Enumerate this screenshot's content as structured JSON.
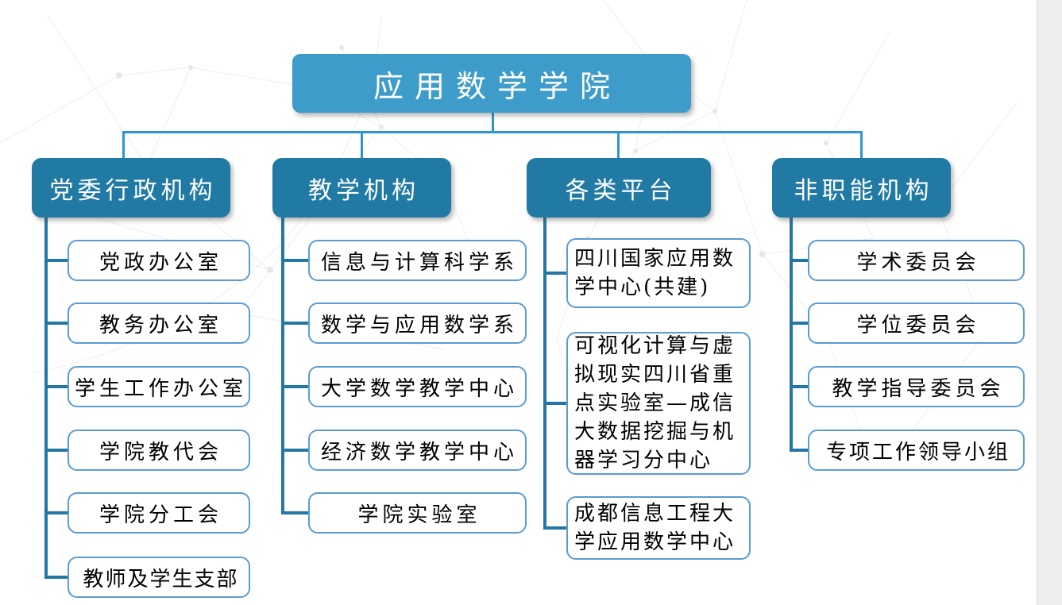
{
  "colors": {
    "root_fill": "#3e9ccb",
    "branch_fill": "#217aa4",
    "leaf_border": "#5b9bd5",
    "connector_light": "#2e96ce",
    "connector_dark": "#2577a3",
    "node_text_on_fill": "#ffffff",
    "leaf_text": "#000000"
  },
  "tree": {
    "root": "应用数学学院",
    "branches": [
      {
        "label": "党委行政机构",
        "children": [
          "党政办公室",
          "教务办公室",
          "学生工作办公室",
          "学院教代会",
          "学院分工会",
          "教师及学生支部"
        ]
      },
      {
        "label": "教学机构",
        "children": [
          "信息与计算科学系",
          "数学与应用数学系",
          "大学数学教学中心",
          "经济数学教学中心",
          "学院实验室"
        ]
      },
      {
        "label": "各类平台",
        "children": [
          "四川国家应用数学中心(共建)",
          "可视化计算与虚拟现实四川省重点实验室—成信大数据挖掘与机器学习分中心",
          "成都信息工程大学应用数学中心"
        ]
      },
      {
        "label": "非职能机构",
        "children": [
          "学术委员会",
          "学位委员会",
          "教学指导委员会",
          "专项工作领导小组"
        ]
      }
    ]
  }
}
